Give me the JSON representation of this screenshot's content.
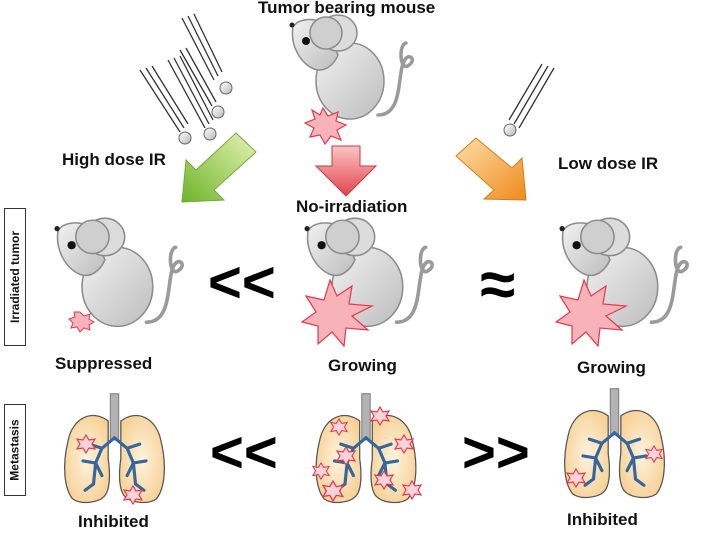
{
  "title": "Tumor bearing mouse",
  "arrows": {
    "left": "High dose IR",
    "center": "No-irradiation",
    "right": "Low dose IR"
  },
  "row_labels": {
    "tumor": "Irradiated tumor",
    "metastasis": "Metastasis"
  },
  "tumor_row": {
    "left": "Suppressed",
    "center": "Growing",
    "right": "Growing",
    "cmp_left": "<<",
    "cmp_right": "≈"
  },
  "metastasis_row": {
    "left": "Inhibited",
    "right": "Inhibited",
    "cmp_left": "<<",
    "cmp_right": ">>"
  },
  "colors": {
    "mouse_body": "#d4d4d4",
    "tumor": "#f7b3b9",
    "lung_fill": "#fbdcae",
    "bronchi": "#35679c",
    "high_dose_arrow": "#8cc63f",
    "no_irradiation_arrow": "#e2454d",
    "low_dose_arrow": "#f39c2c"
  }
}
